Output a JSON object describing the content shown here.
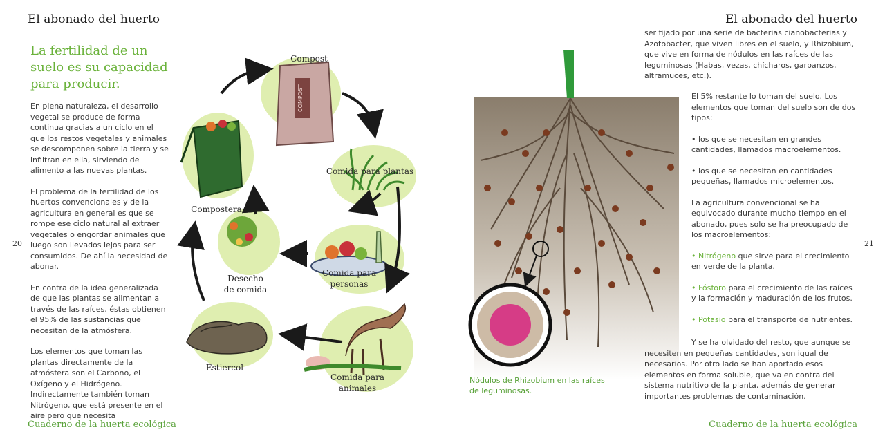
{
  "header": {
    "left": "El abonado del huerto",
    "right": "El abonado del huerto"
  },
  "left_page": {
    "title": "La fertilidad de un suelo es su capacidad para producir.",
    "paragraphs": [
      "En plena naturaleza, el desarrollo vegetal se produce de forma continua gracias a un ciclo en el que los restos vegetales y animales se descomponen sobre la tierra y se infiltran en ella, sirviendo de alimento a las nuevas plantas.",
      "El problema de la fertilidad de los huertos convencionales y de la agricultura en general es que se rompe ese ciclo natural al extraer vegetales o engordar animales que luego son llevados lejos para ser consumidos. De ahí la necesidad de abonar.",
      "En contra de la idea generalizada de que las plantas se alimentan a través de las raíces, éstas obtienen el 95% de las sustancias que necesitan de la atmósfera.",
      "Los elementos que toman las plantas directamente de la atmósfera son el Carbono, el Oxígeno y el Hidrógeno. Indirectamente también toman Nitrógeno, que está presente en el aire pero que necesita"
    ],
    "page_number": "20"
  },
  "cycle": {
    "compost": "Compost",
    "bag_text": "COMPOST",
    "plants_food": "Comida para plantas",
    "people_food_1": "Comida para",
    "people_food_2": "personas",
    "animal_food_1": "Comida para",
    "animal_food_2": "animales",
    "manure": "Estiercol",
    "food_waste_1": "Desecho",
    "food_waste_2": "de comida",
    "composter": "Compostera"
  },
  "right_page": {
    "intro": "ser fijado por una serie de bacterias cianobacterias y Azotobacter, que viven libres en el suelo, y Rhizobium, que vive en forma de nódulos en las raíces de las leguminosas (Habas, vezas, chícharos, garbanzos, altramuces, etc.).",
    "p1": "El 5% restante lo toman del suelo. Los elementos que toman del suelo son de dos tipos:",
    "b1": "• los que se necesitan en grandes cantidades, llamados macroelementos.",
    "b2": "• los que se necesitan en cantidades pequeñas, llamados microelementos.",
    "p2": "La agricultura convencional se ha equivocado durante mucho tiempo en el abonado, pues solo se ha preocupado de los macroelementos:",
    "n_term": "• Nitrógeno",
    "n_text": " que sirve para el crecimiento en verde de la planta.",
    "p_term": "• Fósforo",
    "p_text": " para el crecimiento de las raíces y la formación y maduración de los frutos.",
    "k_term": "• Potasio",
    "k_text": " para el transporte de nutrientes.",
    "p3": "Y se ha olvidado del resto, que aunque se necesiten en pequeñas cantidades, son igual de necesarios. Por otro lado se han aportado esos elementos en forma soluble, que va en contra del sistema nutritivo de la planta, además de generar importantes problemas de contaminación.",
    "caption": "Nódulos de Rhizobium en las raíces de leguminosas.",
    "page_number": "21"
  },
  "footer": {
    "left": "Cuaderno de la huerta ecológica",
    "right": "Cuaderno de la huerta ecológica"
  },
  "colors": {
    "accent_green": "#6ab23a",
    "blob_green": "#dfeeb0",
    "nodule_pink": "#d63c86"
  }
}
